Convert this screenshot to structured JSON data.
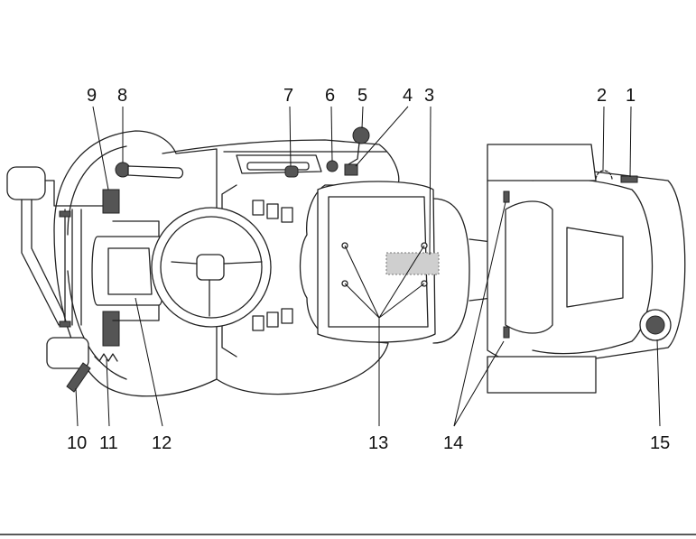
{
  "figure": {
    "callouts": [
      "1",
      "2",
      "3",
      "4",
      "5",
      "6",
      "7",
      "8",
      "9",
      "10",
      "11",
      "12",
      "13",
      "14",
      "15"
    ],
    "colors": {
      "ink": "#222222",
      "background": "#ffffff",
      "highlight": "#cfcfcf"
    }
  }
}
